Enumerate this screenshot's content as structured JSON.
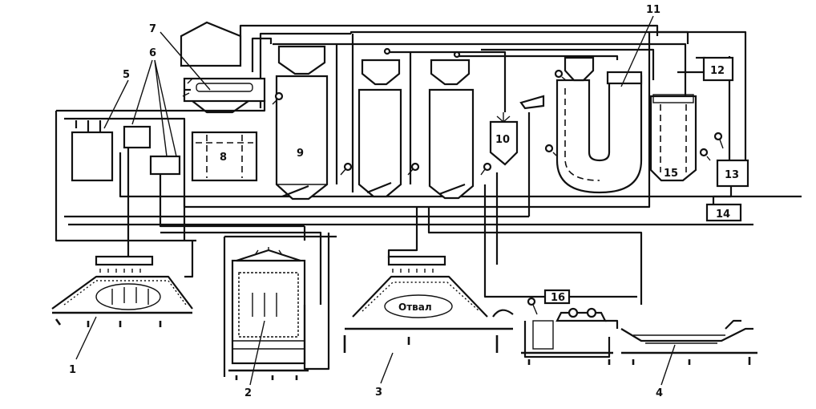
{
  "labels": {
    "n1": "1",
    "n2": "2",
    "n3": "3",
    "n4": "4",
    "n5": "5",
    "n6": "6",
    "n7": "7",
    "n8": "8",
    "n9": "9",
    "n10": "10",
    "n11": "11",
    "n12": "12",
    "n13": "13",
    "n14": "14",
    "n15": "15",
    "n16": "16",
    "dump": "Отвал"
  }
}
